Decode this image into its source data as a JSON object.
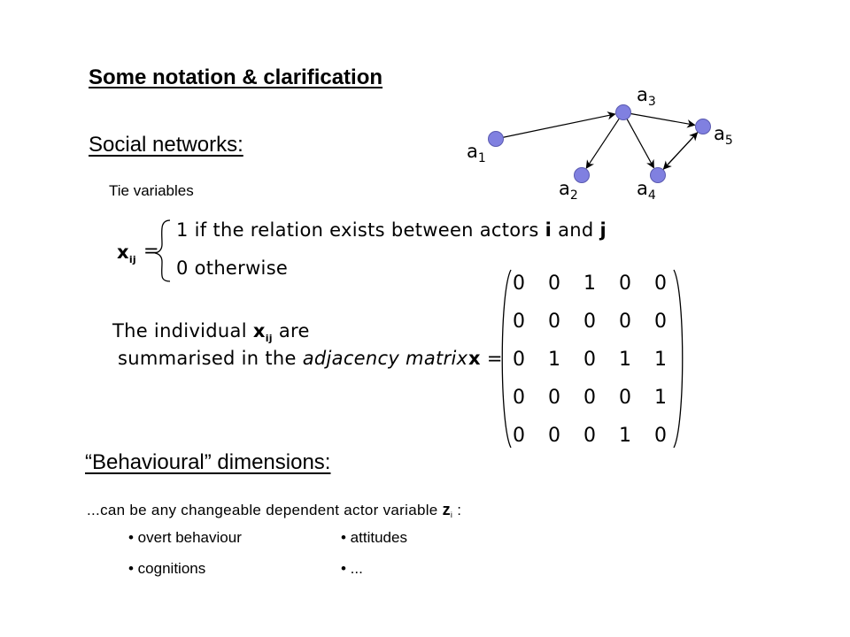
{
  "title": "Some notation & clarification",
  "social_heading": "Social networks:",
  "tie_variables": "Tie variables",
  "definition": {
    "lhs": "x",
    "lhs_sub": "ij",
    "equals": "=",
    "case1_prefix": "1  if the relation exists between actors ",
    "case1_i": "i",
    "case1_and": " and ",
    "case1_j": "j",
    "case2": "0  otherwise"
  },
  "individual": {
    "line1_prefix": "The individual ",
    "x": "x",
    "x_sub": "ij",
    "line1_suffix": " are",
    "line2_prefix": "summarised in the ",
    "line2_italic": "adjacency matrix"
  },
  "matrix": {
    "label": "x",
    "equals": "=",
    "rows": [
      [
        "0",
        "0",
        "1",
        "0",
        "0"
      ],
      [
        "0",
        "0",
        "0",
        "0",
        "0"
      ],
      [
        "0",
        "1",
        "0",
        "1",
        "1"
      ],
      [
        "0",
        "0",
        "0",
        "0",
        "1"
      ],
      [
        "0",
        "0",
        "0",
        "1",
        "0"
      ]
    ]
  },
  "graph": {
    "node_color": "#8080e0",
    "nodes": [
      {
        "id": "a1",
        "label": "a",
        "sub": "1"
      },
      {
        "id": "a2",
        "label": "a",
        "sub": "2"
      },
      {
        "id": "a3",
        "label": "a",
        "sub": "3"
      },
      {
        "id": "a4",
        "label": "a",
        "sub": "4"
      },
      {
        "id": "a5",
        "label": "a",
        "sub": "5"
      }
    ],
    "edges": [
      {
        "from": "a1",
        "to": "a3"
      },
      {
        "from": "a3",
        "to": "a2"
      },
      {
        "from": "a3",
        "to": "a4"
      },
      {
        "from": "a3",
        "to": "a5"
      },
      {
        "from": "a5",
        "to": "a4"
      },
      {
        "from": "a4",
        "to": "a5"
      }
    ]
  },
  "behavioural_heading": "“Behavioural” dimensions:",
  "changeable": {
    "prefix": "...can be any changeable  dependent  actor variable ",
    "z": "z",
    "z_sub": "i",
    "suffix": " :"
  },
  "bullets": [
    "• overt behaviour",
    "• attitudes",
    "• cognitions",
    "• ..."
  ]
}
